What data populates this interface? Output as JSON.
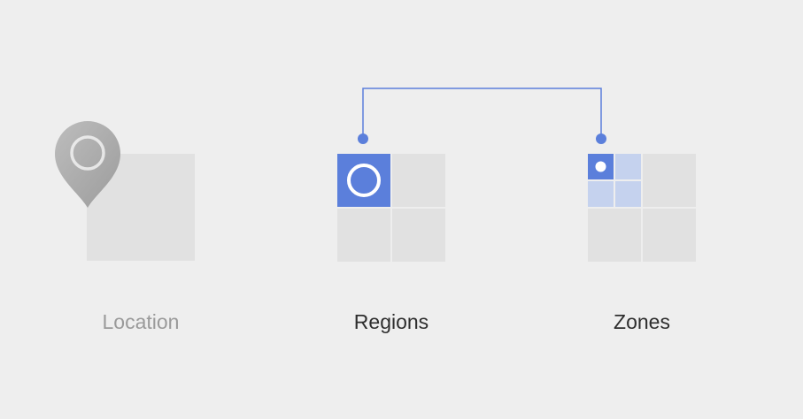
{
  "labels": {
    "location": "Location",
    "regions": "Regions",
    "zones": "Zones"
  },
  "colors": {
    "background": "#eeeeee",
    "tile": "#e1e1e1",
    "accent_blue": "#5b7fdb",
    "light_blue": "#c5d2ee",
    "pin_gray": "#a9a9a9",
    "inactive_text": "#9a9a9a",
    "active_text": "#2e2e2e"
  },
  "icons": {
    "location": "map-pin-icon",
    "region_marker": "ring-icon",
    "zone_marker": "dot-icon"
  }
}
